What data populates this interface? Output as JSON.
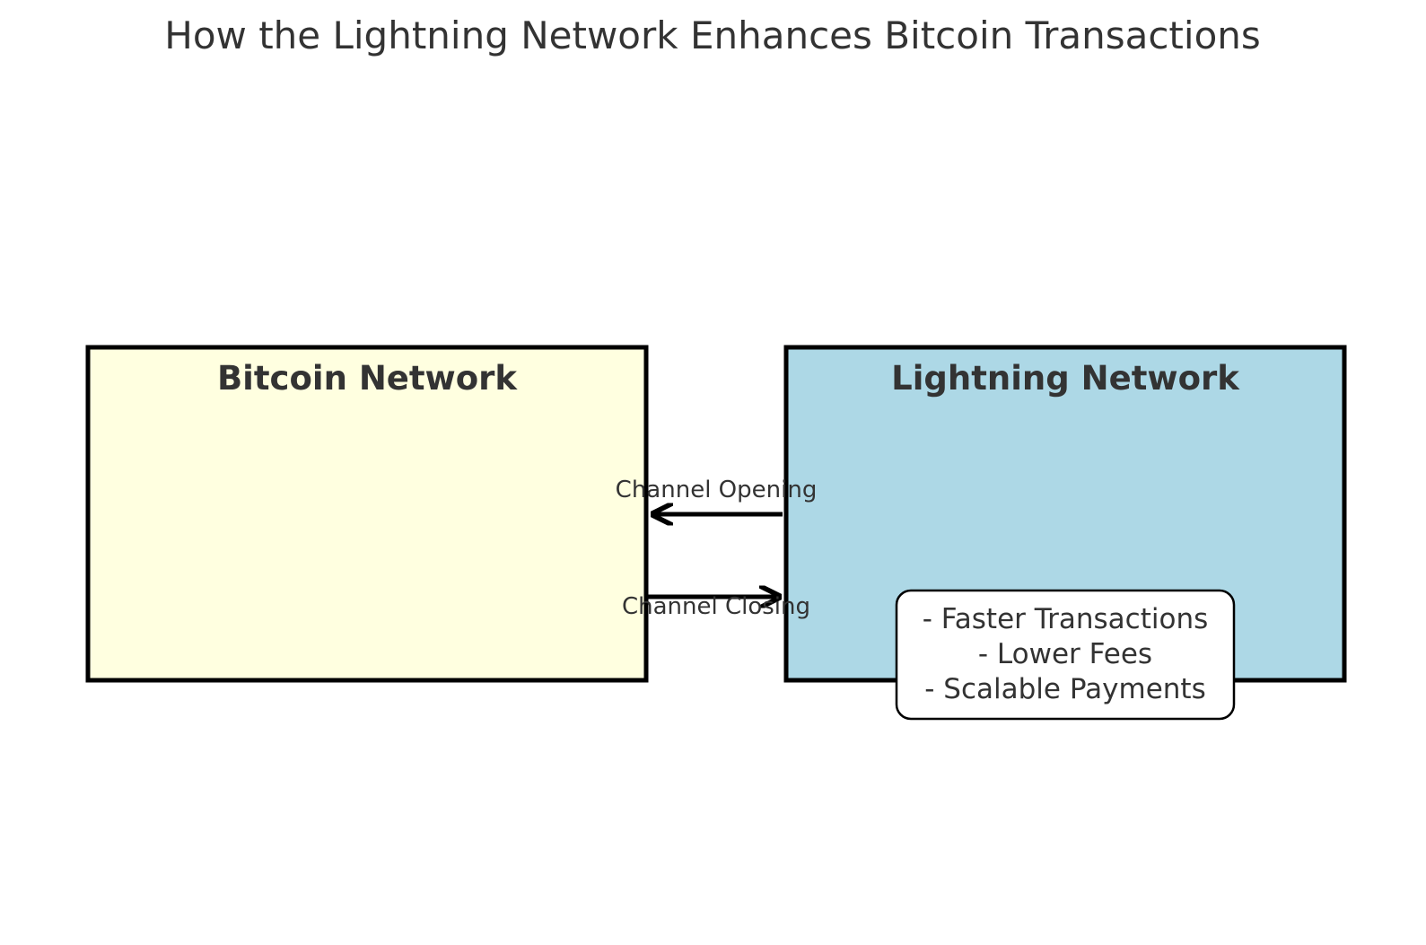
{
  "title": "How the Lightning Network Enhances Bitcoin Transactions",
  "colors": {
    "bitcoin_fill": "#ffffe0",
    "lightning_fill": "#add8e6",
    "stroke": "#000000",
    "text": "#333333",
    "callout_fill": "#ffffff"
  },
  "nodes": {
    "bitcoin": {
      "label": "Bitcoin Network"
    },
    "lightning": {
      "label": "Lightning Network"
    }
  },
  "edges": {
    "opening": {
      "label": "Channel Opening",
      "from": "Lightning Network",
      "to": "Bitcoin Network"
    },
    "closing": {
      "label": "Channel Closing",
      "from": "Bitcoin Network",
      "to": "Lightning Network"
    }
  },
  "benefits": {
    "lines": [
      "- Faster Transactions",
      "- Lower Fees",
      "- Scalable Payments"
    ]
  }
}
